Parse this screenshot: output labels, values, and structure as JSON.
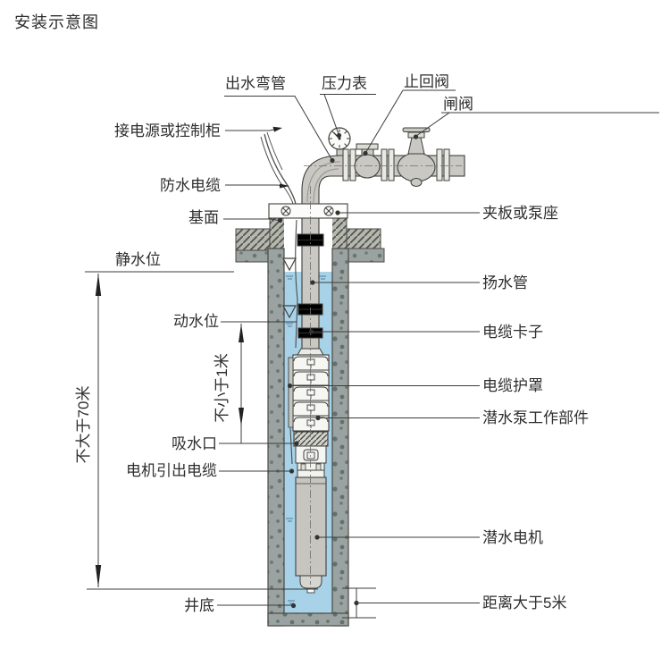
{
  "title": "安装示意图",
  "labels": {
    "outlet_elbow": "出水弯管",
    "pressure_gauge": "压力表",
    "check_valve": "止回阀",
    "gate_valve": "闸阀",
    "power_or_cabinet": "接电源或控制柜",
    "waterproof_cable": "防水电缆",
    "base_surface": "基面",
    "static_water_level": "静水位",
    "dynamic_water_level": "动水位",
    "suction_inlet": "吸水口",
    "motor_lead_cable": "电机引出电缆",
    "well_bottom": "井底",
    "clamp_or_pump_seat": "夹板或泵座",
    "riser_pipe": "扬水管",
    "cable_clip": "电缆卡子",
    "cable_guard": "电缆护罩",
    "pump_working_parts": "潜水泵工作部件",
    "submersible_motor": "潜水电机",
    "distance_gt_5m": "距离大于5米",
    "max_depth": "不大于70米",
    "min_submergence": "不小于1米"
  },
  "colors": {
    "water": "#a8d2e8",
    "well_wall": "#9aa3a1",
    "pipe": "#c9c8c3",
    "outline": "#3f3f3c",
    "hatch_base": "#b5b8af"
  }
}
